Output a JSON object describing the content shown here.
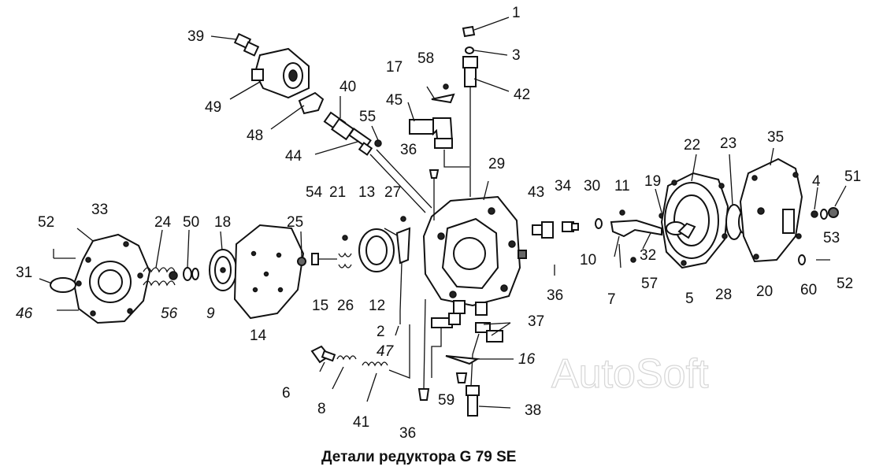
{
  "caption": "Детали редуктора G 79 SE",
  "watermark": "AutoSoft",
  "callouts": {
    "c1": "1",
    "c2": "2",
    "c3": "3",
    "c4": "4",
    "c5": "5",
    "c6": "6",
    "c7": "7",
    "c8": "8",
    "c9": "9",
    "c10": "10",
    "c11": "11",
    "c12": "12",
    "c13": "13",
    "c14": "14",
    "c15": "15",
    "c16": "16",
    "c17": "17",
    "c18": "18",
    "c19": "19",
    "c20": "20",
    "c21": "21",
    "c22": "22",
    "c23": "23",
    "c24": "24",
    "c25": "25",
    "c26": "26",
    "c27": "27",
    "c28": "28",
    "c29": "29",
    "c30": "30",
    "c31": "31",
    "c32": "32",
    "c33": "33",
    "c34": "34",
    "c35": "35",
    "c36a": "36",
    "c36b": "36",
    "c36c": "36",
    "c37": "37",
    "c38": "38",
    "c39": "39",
    "c40": "40",
    "c41": "41",
    "c42": "42",
    "c43": "43",
    "c44": "44",
    "c45": "45",
    "c46": "46",
    "c47": "47",
    "c48": "48",
    "c49": "49",
    "c50": "50",
    "c51": "51",
    "c52a": "52",
    "c52b": "52",
    "c53": "53",
    "c54": "54",
    "c55": "55",
    "c56": "56",
    "c57": "57",
    "c58": "58",
    "c59": "59",
    "c60": "60"
  }
}
